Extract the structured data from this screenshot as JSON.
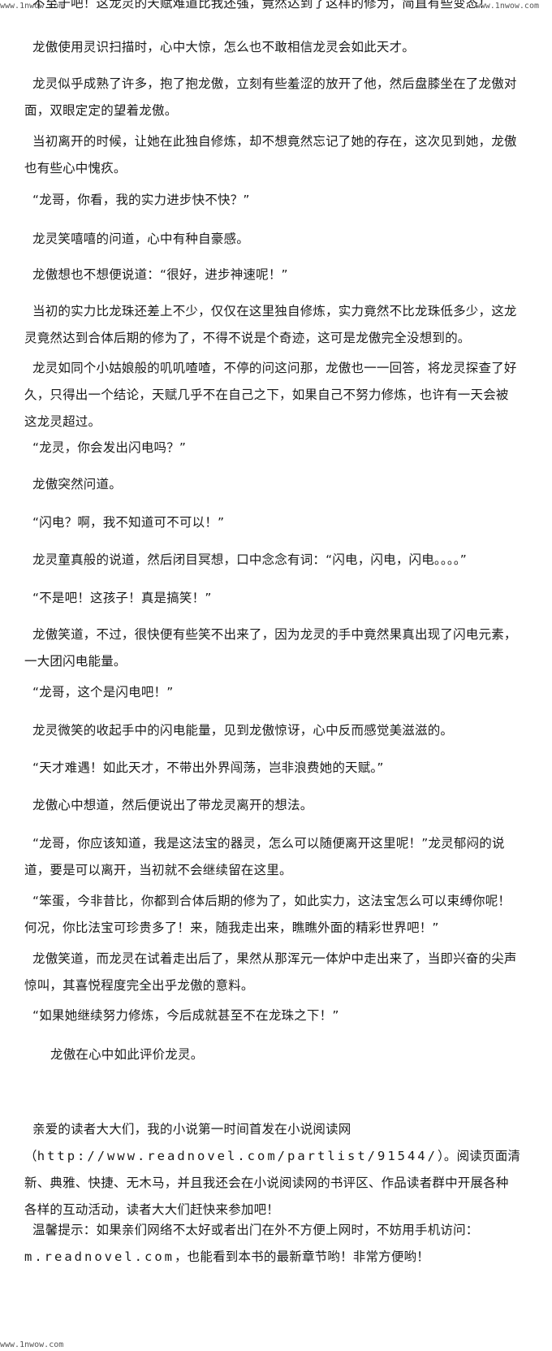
{
  "watermarks": {
    "top_left": "www.1nwow.com",
    "top_right": "www.1nwow.com",
    "bottom_left": "www.1nwow.com"
  },
  "paragraphs": [
    "不至于吧！这龙灵的天赋难道比我还强，竟然达到了这样的修为，简直有些变态！",
    "龙傲使用灵识扫描时，心中大惊，怎么也不敢相信龙灵会如此天才。",
    "龙灵似乎成熟了许多，抱了抱龙傲，立刻有些羞涩的放开了他，然后盘膝坐在了龙傲对面，双眼定定的望着龙傲。",
    "当初离开的时候，让她在此独自修炼，却不想竟然忘记了她的存在，这次见到她，龙傲也有些心中愧疚。",
    "“龙哥，你看，我的实力进步快不快？”",
    "龙灵笑嘻嘻的问道，心中有种自豪感。",
    "龙傲想也不想便说道：“很好，进步神速呢！”",
    "当初的实力比龙珠还差上不少，仅仅在这里独自修炼，实力竟然不比龙珠低多少，这龙灵竟然达到合体后期的修为了，不得不说是个奇迹，这可是龙傲完全没想到的。",
    "龙灵如同个小姑娘般的叽叽喳喳，不停的问这问那，龙傲也一一回答，将龙灵探查了好久，只得出一个结论，天赋几乎不在自己之下，如果自己不努力修炼，也许有一天会被这龙灵超过。",
    "“龙灵，你会发出闪电吗？”",
    "龙傲突然问道。",
    "“闪电？啊，我不知道可不可以！”",
    "龙灵童真般的说道，然后闭目冥想，口中念念有词：“闪电，闪电，闪电。。。。”",
    "“不是吧！这孩子！真是搞笑！”",
    "龙傲笑道，不过，很快便有些笑不出来了，因为龙灵的手中竟然果真出现了闪电元素，一大团闪电能量。",
    "“龙哥，这个是闪电吧！”",
    "龙灵微笑的收起手中的闪电能量，见到龙傲惊讶，心中反而感觉美滋滋的。",
    "“天才难遇！如此天才，不带出外界闯荡，岂非浪费她的天赋。”",
    "龙傲心中想道，然后便说出了带龙灵离开的想法。",
    "“龙哥，你应该知道，我是这法宝的器灵，怎么可以随便离开这里呢！”龙灵郁闷的说道，要是可以离开，当初就不会继续留在这里。",
    "“笨蛋，今非昔比，你都到合体后期的修为了，如此实力，这法宝怎么可以束缚你呢！何况，你比法宝可珍贵多了！来，随我走出来，瞧瞧外面的精彩世界吧！”",
    "龙傲笑道，而龙灵在试着走出后了，果然从那浑元一体炉中走出来了，当即兴奋的尖声惊叫，其喜悦程度完全出乎龙傲的意料。",
    "“如果她继续努力修炼，今后成就甚至不在龙珠之下！”",
    "龙傲在心中如此评价龙灵。"
  ],
  "notice": {
    "intro": "亲爱的读者大大们，我的小说第一时间首发在小说阅读网（",
    "url1": "http://www.readnovel.com/partlist/91544/",
    "rest": "）。阅读页面清新、典雅、快捷、无木马，并且我还会在小说阅读网的书评区、作品读者群中开展各种各样的互动活动，读者大大们赶快来参加吧！"
  },
  "tip": {
    "intro": "温馨提示：如果亲们网络不太好或者出门在外不方便上网时，不妨用手机访问：",
    "url2": "m.readnovel.com",
    "rest": "，也能看到本书的最新章节哟！非常方便哟！"
  }
}
